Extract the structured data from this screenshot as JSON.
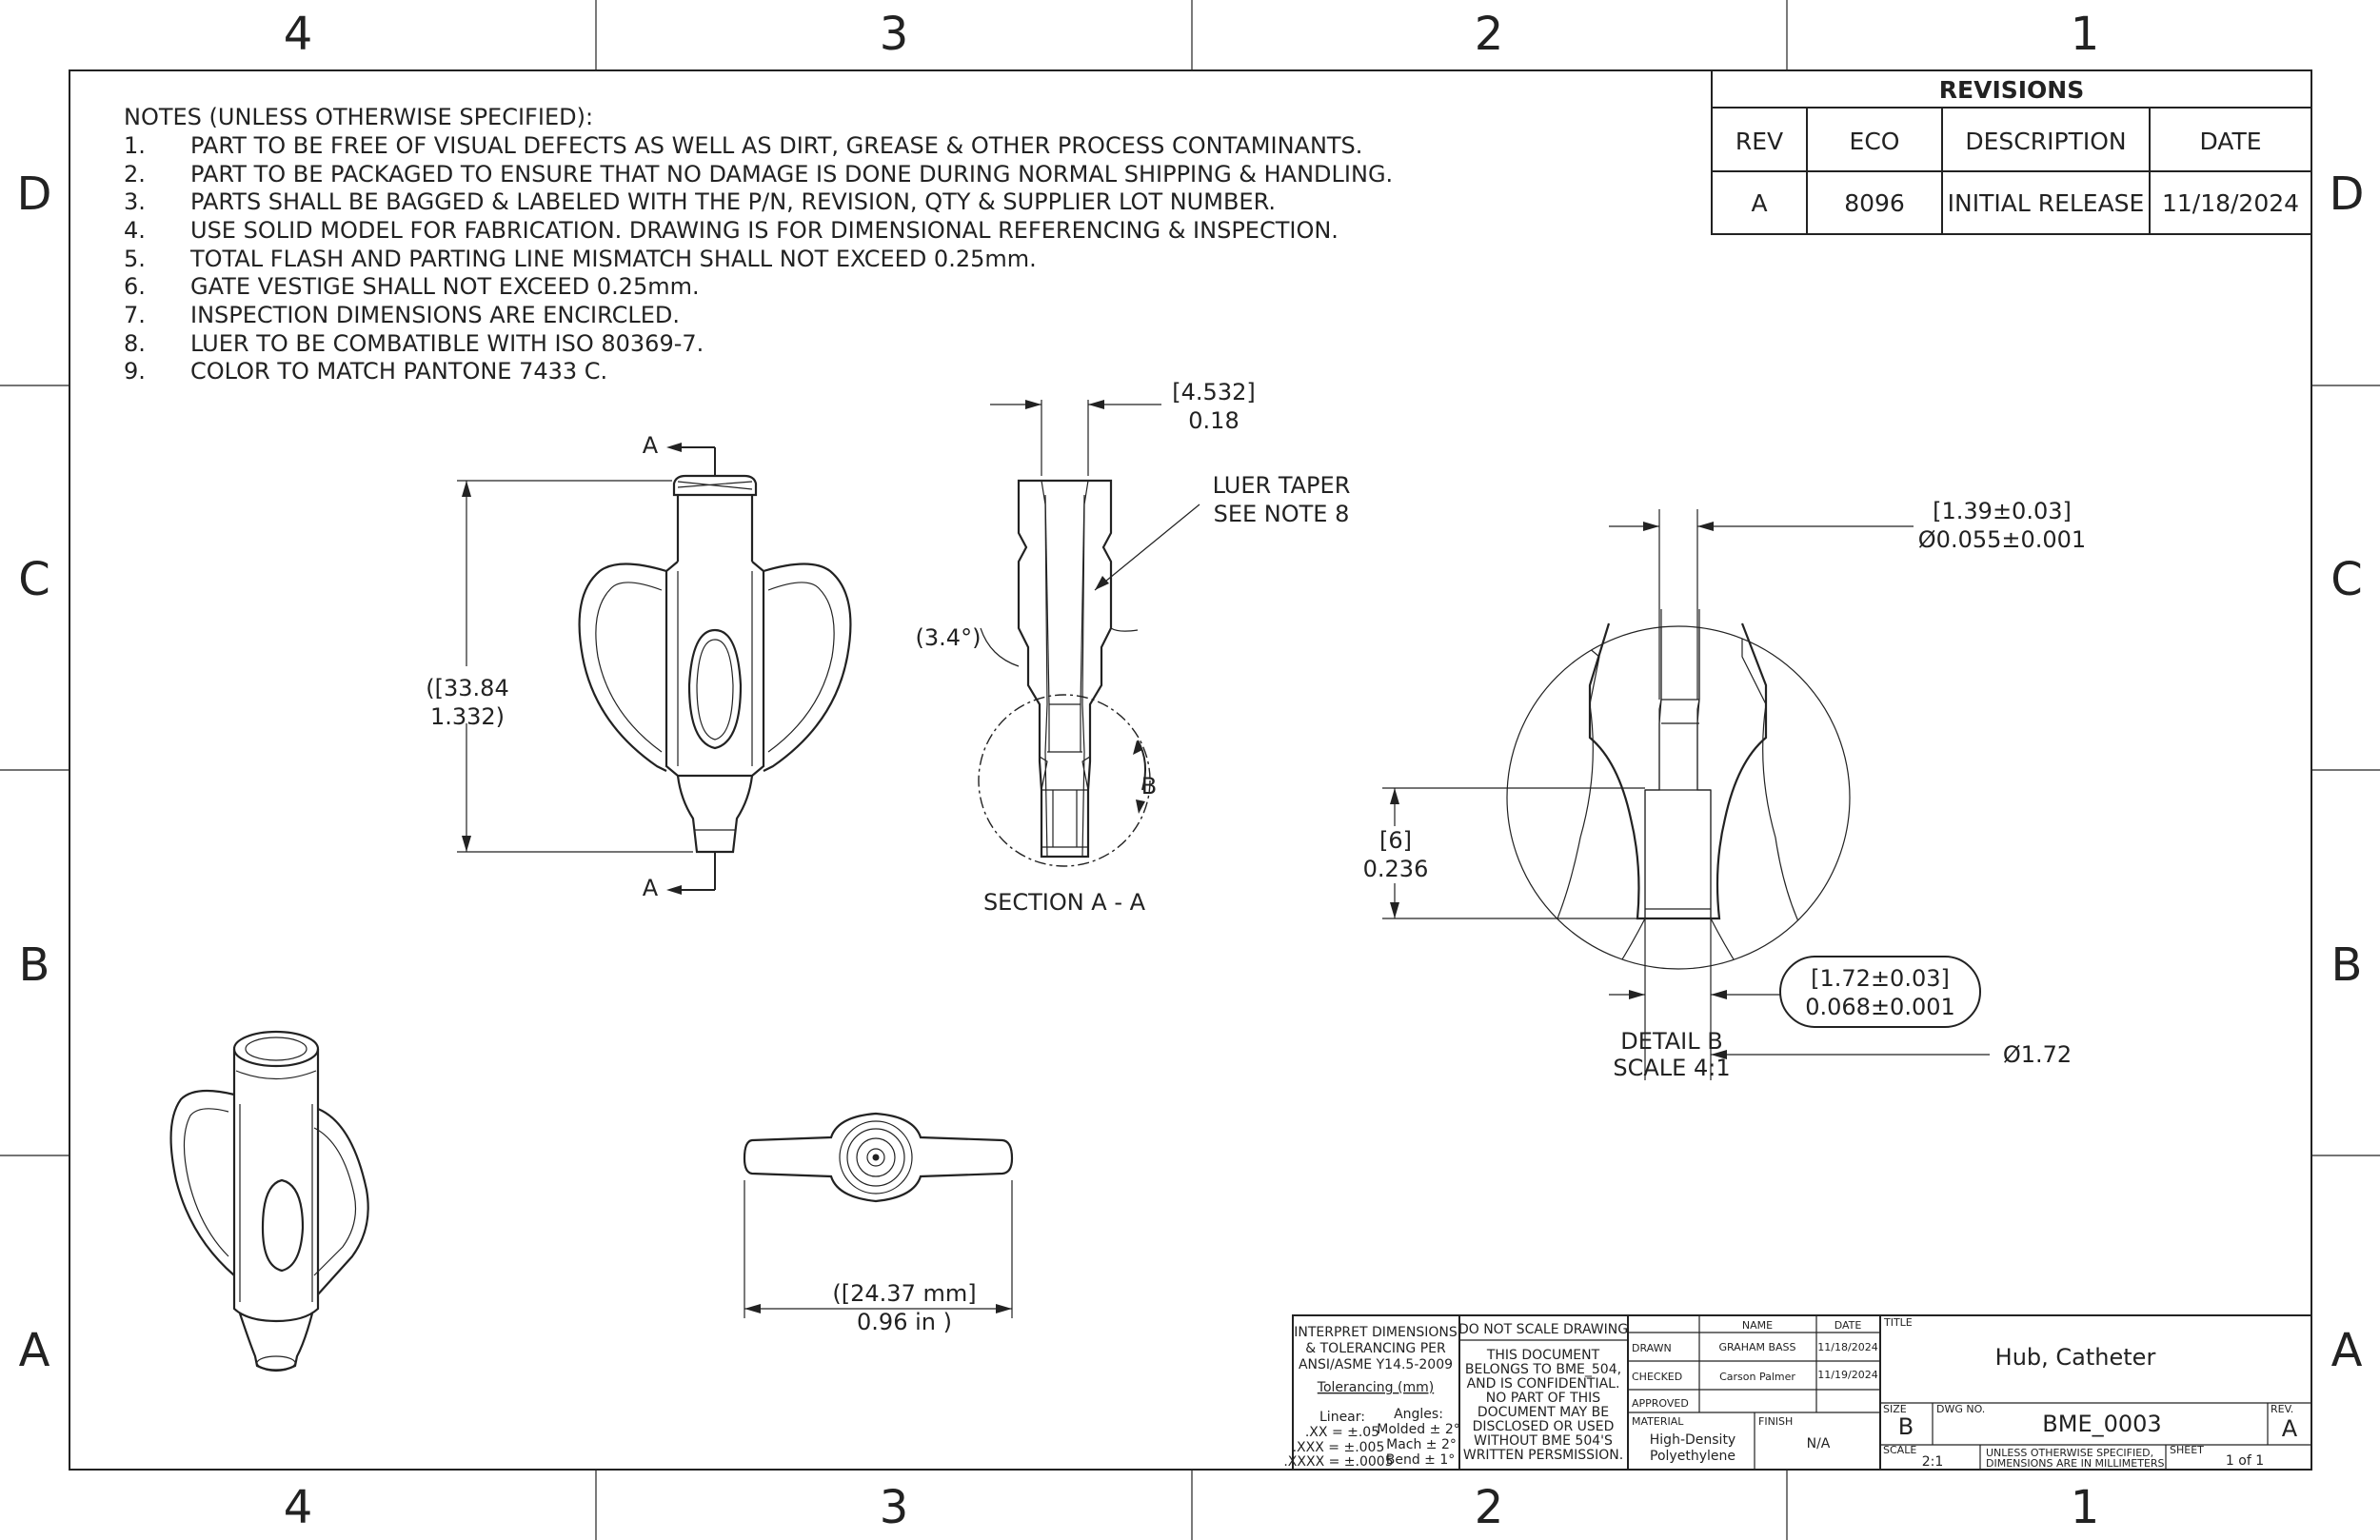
{
  "zones": {
    "columns": [
      "4",
      "3",
      "2",
      "1"
    ],
    "rows": [
      "D",
      "C",
      "B",
      "A"
    ]
  },
  "notes": {
    "header": "NOTES (UNLESS OTHERWISE SPECIFIED):",
    "items": [
      {
        "num": "1.",
        "text": "PART TO BE FREE OF VISUAL DEFECTS AS WELL AS DIRT, GREASE & OTHER PROCESS CONTAMINANTS."
      },
      {
        "num": "2.",
        "text": "PART TO BE PACKAGED TO ENSURE THAT NO DAMAGE IS DONE DURING NORMAL SHIPPING & HANDLING."
      },
      {
        "num": "3.",
        "text": "PARTS SHALL BE BAGGED & LABELED WITH THE P/N, REVISION, QTY & SUPPLIER LOT NUMBER."
      },
      {
        "num": "4.",
        "text": "USE SOLID MODEL FOR FABRICATION. DRAWING IS FOR DIMENSIONAL REFERENCING & INSPECTION."
      },
      {
        "num": "5.",
        "text": "TOTAL FLASH AND PARTING LINE MISMATCH SHALL NOT EXCEED 0.25mm."
      },
      {
        "num": "6.",
        "text": "GATE VESTIGE SHALL NOT EXCEED 0.25mm."
      },
      {
        "num": "7.",
        "text": "INSPECTION DIMENSIONS ARE ENCIRCLED."
      },
      {
        "num": "8.",
        "text": "LUER TO BE COMBATIBLE WITH ISO 80369-7."
      },
      {
        "num": "9.",
        "text": "COLOR TO MATCH PANTONE 7433 C."
      }
    ]
  },
  "revisions": {
    "title": "REVISIONS",
    "headers": [
      "REV",
      "ECO",
      "DESCRIPTION",
      "DATE"
    ],
    "rows": [
      [
        "A",
        "8096",
        "INITIAL RELEASE",
        "11/18/2024"
      ]
    ]
  },
  "front_view": {
    "section_label_top": "A",
    "section_label_bottom": "A",
    "height_dim_line1": "([33.84",
    "height_dim_line2": "1.332)"
  },
  "section_view": {
    "top_dim_line1": "[4.532]",
    "top_dim_line2": "0.18",
    "luer_callout_line1": "LUER TAPER",
    "luer_callout_line2": "SEE NOTE 8",
    "angle_dim": "(3.4°)",
    "detail_ref": "B",
    "title": "SECTION A - A"
  },
  "top_view": {
    "width_dim_line1": "([24.37 mm]",
    "width_dim_line2": "0.96 in )"
  },
  "detail_view": {
    "top_dim_line1": "[1.39±0.03]",
    "top_dim_line2": "Ø0.055±0.001",
    "height_dim_line1": "[6]",
    "height_dim_line2": "0.236",
    "bottom_dim_line1": "[1.72±0.03]",
    "bottom_dim_line2": "0.068±0.001",
    "diameter_dim": "Ø1.72",
    "title_line1": "DETAIL B",
    "title_line2": "SCALE 4:1"
  },
  "title_block": {
    "interpret": [
      "INTERPRET DIMENSIONS",
      "& TOLERANCING PER",
      "ANSI/ASME Y14.5-2009"
    ],
    "tolerancing_label": "Tolerancing (mm)",
    "linear_label": "Linear:",
    "angles_label": "Angles:",
    "tol_rows": [
      {
        "linear": ".XX = ±.05",
        "angle": "Molded ± 2°"
      },
      {
        "linear": ".XXX = ±.005",
        "angle": "Mach ± 2°"
      },
      {
        "linear": ".XXXX = ±.0005",
        "angle": "Bend ± 1°"
      }
    ],
    "do_not_scale": "DO NOT SCALE DRAWING",
    "confidential": [
      "THIS DOCUMENT",
      "BELONGS TO BME_504,",
      "AND IS CONFIDENTIAL.",
      "NO PART OF THIS",
      "DOCUMENT MAY BE",
      "DISCLOSED OR USED",
      "WITHOUT BME 504'S",
      "WRITTEN PERSMISSION."
    ],
    "name_header": "NAME",
    "date_header": "DATE",
    "drawn_label": "DRAWN",
    "drawn_name": "GRAHAM BASS",
    "drawn_date": "11/18/2024",
    "checked_label": "CHECKED",
    "checked_name": "Carson Palmer",
    "checked_date": "11/19/2024",
    "approved_label": "APPROVED",
    "material_label": "MATERIAL",
    "material_line1": "High-Density",
    "material_line2": "Polyethylene",
    "finish_label": "FINISH",
    "finish_value": "N/A",
    "title_label": "TITLE",
    "title_value": "Hub, Catheter",
    "size_label": "SIZE",
    "size_value": "B",
    "dwg_label": "DWG NO.",
    "dwg_value": "BME_0003",
    "rev_label": "REV.",
    "rev_value": "A",
    "scale_label": "SCALE",
    "scale_value": "2:1",
    "units_line1": "UNLESS OTHERWISE SPECIFIED,",
    "units_line2": "DIMENSIONS ARE IN MILLIMETERS",
    "sheet_label": "SHEET",
    "sheet_value": "1 of 1"
  }
}
